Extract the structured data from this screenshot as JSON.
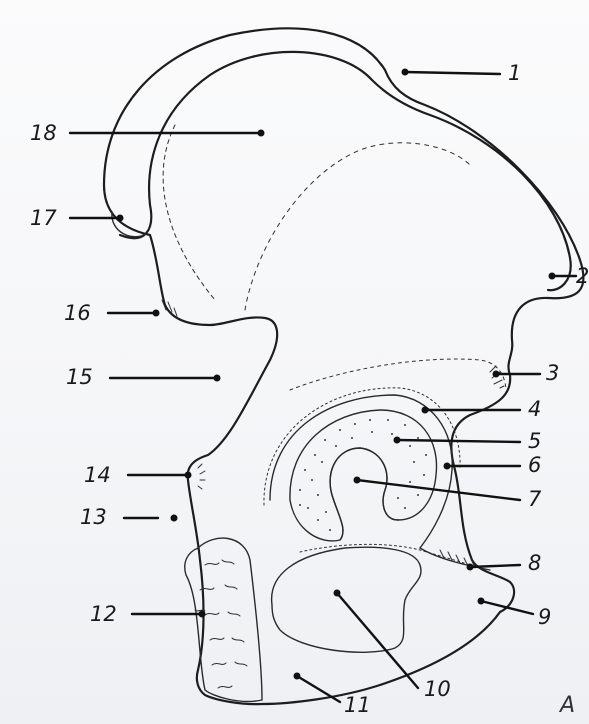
{
  "figure": {
    "labels": [
      {
        "id": "1",
        "text": "1"
      },
      {
        "id": "2",
        "text": "2"
      },
      {
        "id": "3",
        "text": "3"
      },
      {
        "id": "4",
        "text": "4"
      },
      {
        "id": "5",
        "text": "5"
      },
      {
        "id": "6",
        "text": "6"
      },
      {
        "id": "7",
        "text": "7"
      },
      {
        "id": "8",
        "text": "8"
      },
      {
        "id": "9",
        "text": "9"
      },
      {
        "id": "10",
        "text": "10"
      },
      {
        "id": "11",
        "text": "11"
      },
      {
        "id": "12",
        "text": "12"
      },
      {
        "id": "13",
        "text": "13"
      },
      {
        "id": "14",
        "text": "14"
      },
      {
        "id": "15",
        "text": "15"
      },
      {
        "id": "16",
        "text": "16"
      },
      {
        "id": "17",
        "text": "17"
      },
      {
        "id": "18",
        "text": "18"
      }
    ],
    "signature": "A",
    "colors": {
      "ink": "#1d1d1f",
      "paper": "#f5f6f8"
    }
  }
}
